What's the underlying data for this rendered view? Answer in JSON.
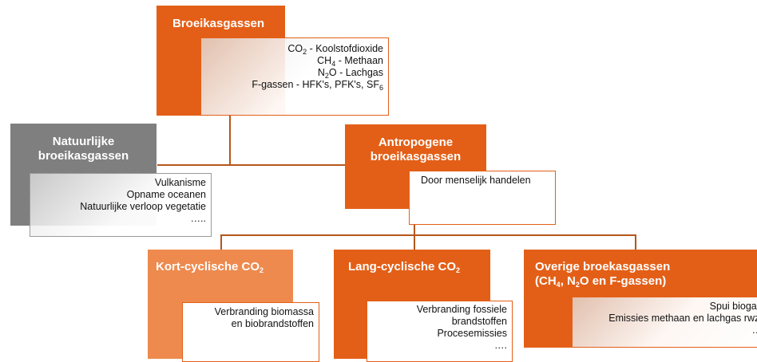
{
  "colors": {
    "orange": "#e35f17",
    "light_orange": "#ee8a4e",
    "gray": "#7f7f7f",
    "connector": "#b5561c",
    "detail_border_orange": "#e35f17",
    "detail_border_gray": "#9a9a9a"
  },
  "root": {
    "title": "Broeikasgassen",
    "items": [
      {
        "pre": "CO",
        "sub": "2",
        "post": " - Koolstofdioxide"
      },
      {
        "pre": "CH",
        "sub": "4",
        "post": " - Methaan"
      },
      {
        "pre": "N",
        "sub": "2",
        "post": "O - Lachgas"
      },
      {
        "pre": "F-gassen - HFK's, PFK's, SF",
        "sub": "6",
        "post": ""
      }
    ]
  },
  "natural": {
    "title_line1": "Natuurlijke",
    "title_line2": "broeikasgassen",
    "items": [
      "Vulkanisme",
      "Opname oceanen",
      "Natuurlijke verloop vegetatie",
      "….."
    ]
  },
  "anthropogenic": {
    "title_line1": "Antropogene",
    "title_line2": "broeikasgassen",
    "items": [
      "Door menselijk handelen"
    ]
  },
  "short_cycle": {
    "title_pre": "Kort-cyclische CO",
    "title_sub": "2",
    "items": [
      "Verbranding biomassa",
      "en biobrandstoffen"
    ]
  },
  "long_cycle": {
    "title_pre": "Lang-cyclische CO",
    "title_sub": "2",
    "items": [
      "Verbranding fossiele",
      "brandstoffen",
      "Procesemissies",
      "…."
    ]
  },
  "other": {
    "title_line1": "Overige broekasgassen",
    "title_line2_a": "(CH",
    "title_line2_sub1": "4",
    "title_line2_b": ", N",
    "title_line2_sub2": "2",
    "title_line2_c": "O en F-gassen)",
    "items": [
      "Spui biogas",
      "Emissies methaan en lachgas rwzi",
      "…"
    ]
  }
}
